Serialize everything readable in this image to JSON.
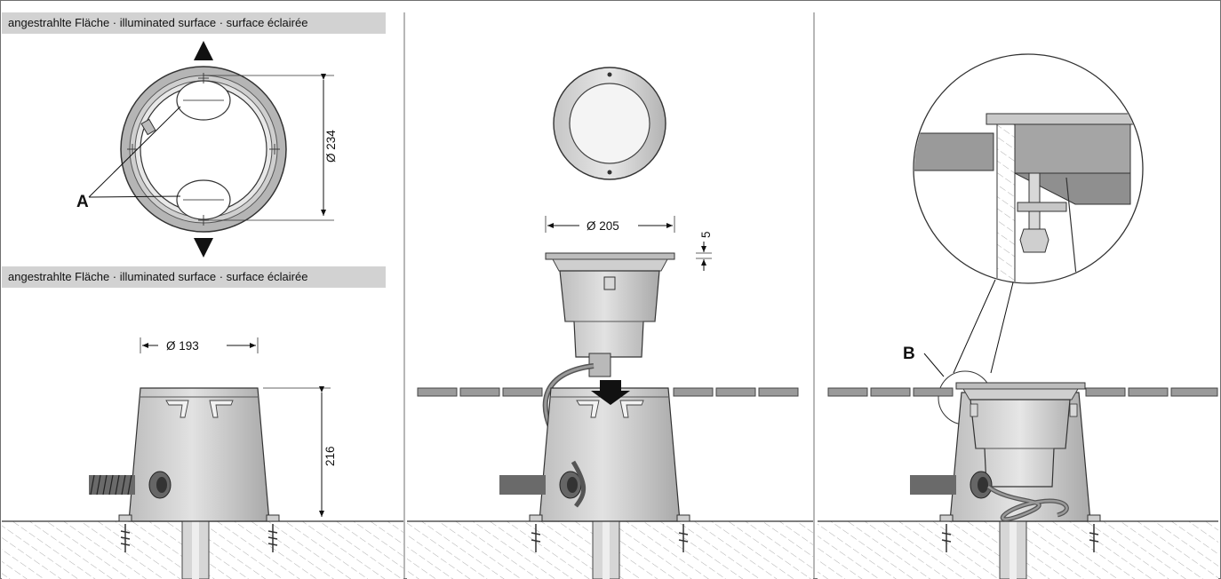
{
  "captions": {
    "top": "angestrahlte Fläche · illuminated surface · surface éclairée",
    "middle": "angestrahlte Fläche · illuminated surface · surface éclairée"
  },
  "dimensions": {
    "ring_diameter": "Ø 234",
    "cover_diameter": "Ø 205",
    "flange_thickness": "5",
    "housing_diameter": "Ø 193",
    "housing_height": "216"
  },
  "labels": {
    "a": "A",
    "b": "B"
  },
  "colors": {
    "metal_light": "#dcdcdc",
    "metal_mid": "#bdbdbd",
    "metal_dark": "#8f8f8f",
    "paving": "#9a9a9a",
    "caption_bg": "#d2d2d2"
  },
  "icons": [
    "arrow-up-icon",
    "arrow-down-icon",
    "insert-arrow-icon",
    "nut-icon"
  ]
}
